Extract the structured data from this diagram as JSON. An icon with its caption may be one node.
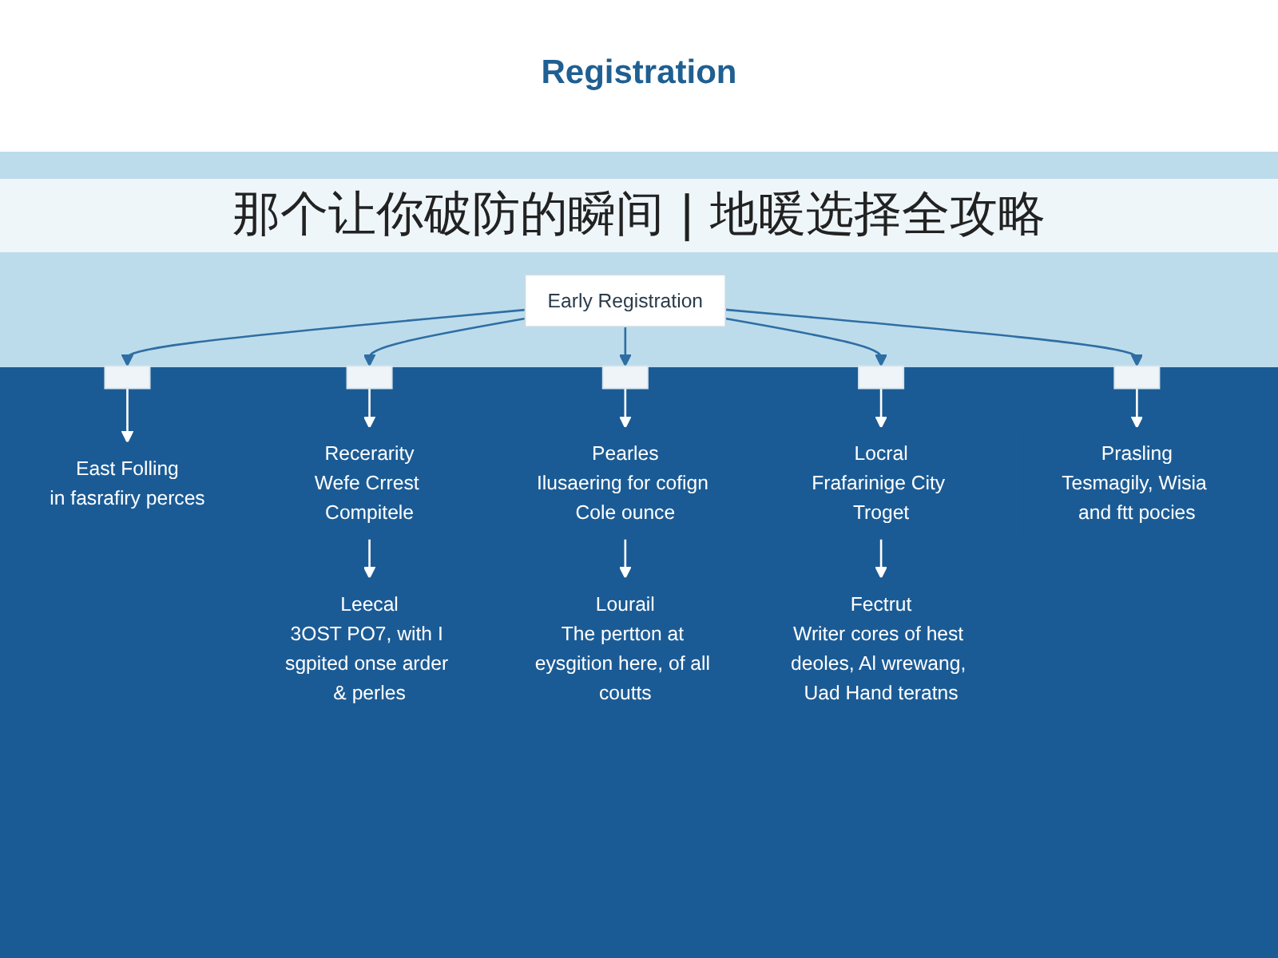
{
  "diagram": {
    "title": "Registration",
    "nodes": [
      {
        "text": [
          "Early Registration"
        ]
      },
      {
        "text": [],
        "shape": "box"
      },
      {
        "text": [],
        "shape": "box"
      },
      {
        "text": [],
        "shape": "box"
      },
      {
        "text": [],
        "shape": "box"
      },
      {
        "text": [],
        "shape": "box"
      },
      {
        "text": [
          "East Folling",
          "in fasrafiry perces"
        ]
      },
      {
        "text": [
          "Recerarity",
          "Wefe Crrest Compitele"
        ]
      },
      {
        "text": [
          "Pearles",
          "Ilusaering for cofign Cole ounce"
        ]
      },
      {
        "text": [
          "Locral",
          "Frafarinige City Troget"
        ]
      },
      {
        "text": [
          "Prasling",
          "Tesmagily, Wisia and ftt pocies"
        ]
      },
      {
        "text": [
          "Leecal",
          "3OST PO7, with I sgpited onse arder & perles"
        ]
      },
      {
        "text": [
          "Lourail",
          "The pertton at eysgition here, of all coutts"
        ]
      },
      {
        "text": [
          "Fectrut",
          "Writer cores of hest deoles, Al wrewang, Uad Hand teratns"
        ]
      }
    ],
    "edges": [
      {
        "from": 0,
        "to": 1,
        "arrow": "to",
        "color": "#2f6ea3"
      },
      {
        "from": 0,
        "to": 2,
        "arrow": "to",
        "color": "#2f6ea3"
      },
      {
        "from": 0,
        "to": 3,
        "arrow": "to",
        "color": "#2f6ea3"
      },
      {
        "from": 0,
        "to": 4,
        "arrow": "to",
        "color": "#2f6ea3"
      },
      {
        "from": 0,
        "to": 5,
        "arrow": "to",
        "color": "#2f6ea3"
      },
      {
        "from": 1,
        "to": 6,
        "arrow": "to"
      },
      {
        "from": 2,
        "to": 7,
        "arrow": "to"
      },
      {
        "from": 3,
        "to": 8,
        "arrow": "to"
      },
      {
        "from": 4,
        "to": 9,
        "arrow": "to"
      },
      {
        "from": 5,
        "to": 10,
        "arrow": "to"
      },
      {
        "from": 7,
        "to": 11,
        "arrow": "to"
      },
      {
        "from": 8,
        "to": 12,
        "arrow": "to"
      },
      {
        "from": 9,
        "to": 13,
        "arrow": "to"
      }
    ],
    "labels": [
      "那个让你破防的瞬间 | 地暖选择全攻略"
    ]
  }
}
